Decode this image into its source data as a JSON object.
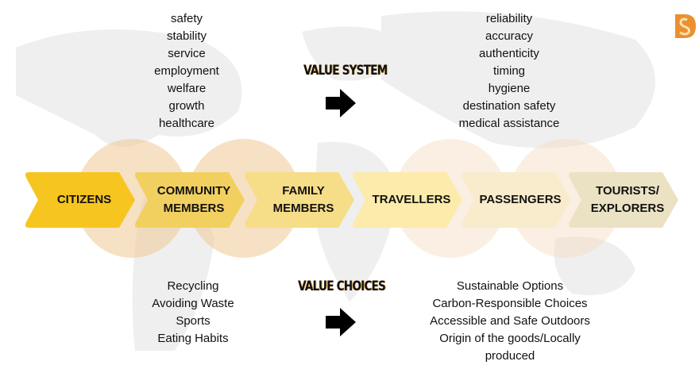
{
  "value_system": {
    "heading": "VALUE SYSTEM",
    "left_values": [
      "safety",
      "stability",
      "service",
      "employment",
      "welfare",
      "growth",
      "healthcare"
    ],
    "right_values": [
      "reliability",
      "accuracy",
      "authenticity",
      "timing",
      "hygiene",
      "destination safety",
      "medical assistance"
    ]
  },
  "value_choices": {
    "heading": "VALUE CHOICES",
    "left_values": [
      "Recycling",
      "Avoiding Waste",
      "Sports",
      "Eating Habits"
    ],
    "right_values": [
      "Sustainable Options",
      "Carbon-Responsible Choices",
      "Accessible and Safe Outdoors",
      "Origin of the goods/Locally produced"
    ]
  },
  "stages": [
    {
      "label": "CITIZENS",
      "color": "#f7c520"
    },
    {
      "label": "COMMUNITY MEMBERS",
      "color": "#f2d060"
    },
    {
      "label": "FAMILY MEMBERS",
      "color": "#f6dd88"
    },
    {
      "label": "TRAVELLERS",
      "color": "#fcebaa"
    },
    {
      "label": "PASSENGERS",
      "color": "#f8eccc"
    },
    {
      "label": "TOURISTS/ EXPLORERS",
      "color": "#ebe2c4"
    }
  ]
}
